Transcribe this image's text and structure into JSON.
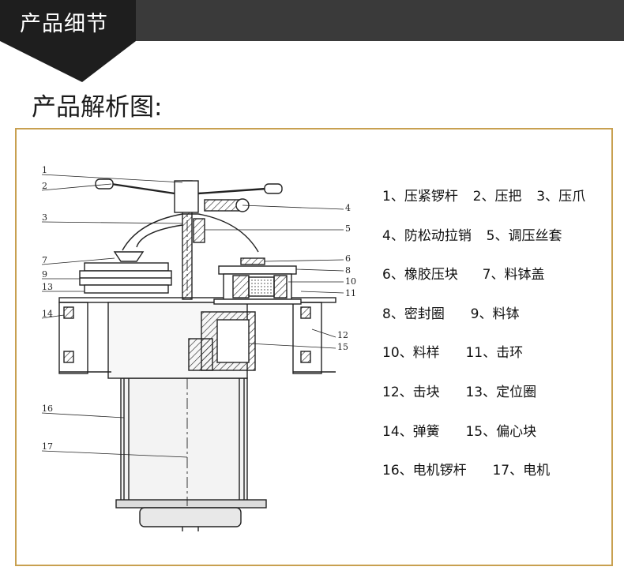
{
  "header": {
    "title": "产品细节"
  },
  "section": {
    "title": "产品解析图:"
  },
  "drawing": {
    "labels": [
      "1",
      "2",
      "3",
      "4",
      "5",
      "6",
      "7",
      "8",
      "9",
      "10",
      "11",
      "12",
      "13",
      "14",
      "15",
      "16",
      "17"
    ]
  },
  "legend": {
    "rows": [
      [
        "1、压紧锣杆",
        "2、压把",
        "3、压爪"
      ],
      [
        "4、防松动拉销",
        "5、调压丝套"
      ],
      [
        "6、橡胶压块",
        "7、料钵盖"
      ],
      [
        "8、密封圈",
        "9、料钵"
      ],
      [
        "10、料样",
        "11、击环"
      ],
      [
        "12、击块",
        "13、定位圈"
      ],
      [
        "14、弹簧",
        "15、偏心块"
      ],
      [
        "16、电机锣杆",
        "17、电机"
      ]
    ]
  },
  "colors": {
    "header_bg": "#3a3a3a",
    "tab_bg": "#1e1e1e",
    "panel_border": "#c8a050"
  }
}
